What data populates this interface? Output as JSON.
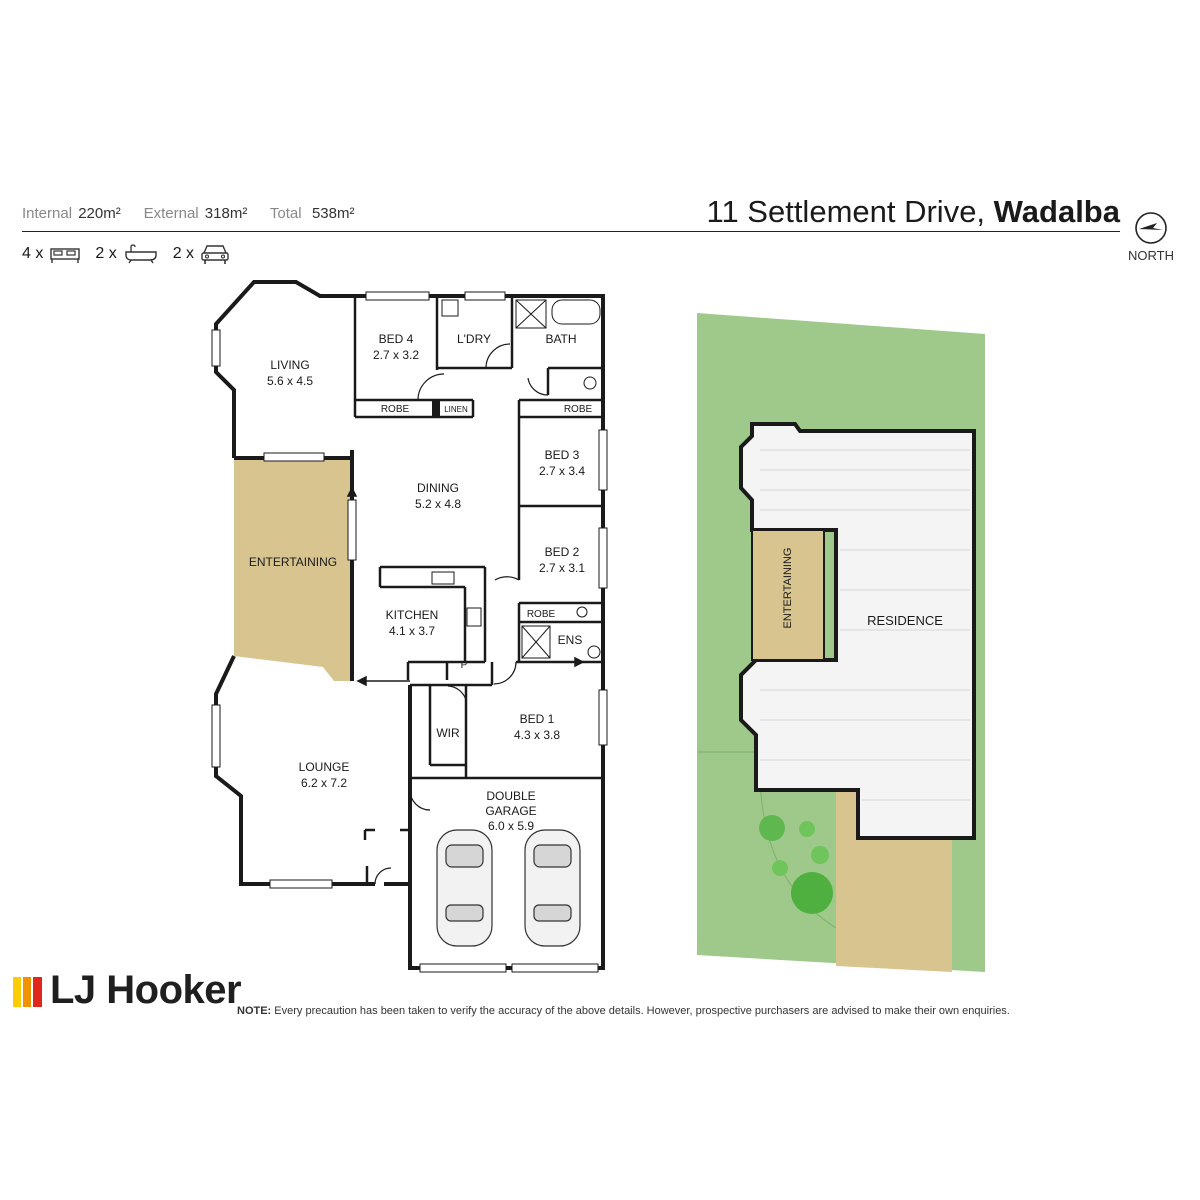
{
  "areas": {
    "internal_label": "Internal",
    "internal_value": "220m²",
    "external_label": "External",
    "external_value": "318m²",
    "total_label": "Total",
    "total_value": "538m²"
  },
  "address": {
    "street": "11 Settlement Drive,",
    "suburb": "Wadalba"
  },
  "counts": {
    "beds": "4 x",
    "baths": "2 x",
    "cars": "2 x"
  },
  "north": {
    "label": "NORTH"
  },
  "rooms": {
    "living": {
      "name": "LIVING",
      "size": "5.6 x 4.5"
    },
    "bed4": {
      "name": "BED 4",
      "size": "2.7 x 3.2"
    },
    "ldry": {
      "name": "L'DRY"
    },
    "bath": {
      "name": "BATH"
    },
    "robe4": {
      "name": "ROBE"
    },
    "linen": {
      "name": "LINEN"
    },
    "robe3": {
      "name": "ROBE"
    },
    "bed3": {
      "name": "BED 3",
      "size": "2.7 x 3.4"
    },
    "dining": {
      "name": "DINING",
      "size": "5.2 x 4.8"
    },
    "entertaining": {
      "name": "ENTERTAINING"
    },
    "bed2": {
      "name": "BED 2",
      "size": "2.7 x 3.1"
    },
    "kitchen": {
      "name": "KITCHEN",
      "size": "4.1 x 3.7"
    },
    "pantry": {
      "name": "P"
    },
    "robe_ens": {
      "name": "ROBE"
    },
    "ens": {
      "name": "ENS"
    },
    "wir": {
      "name": "WIR"
    },
    "bed1": {
      "name": "BED 1",
      "size": "4.3 x 3.8"
    },
    "lounge": {
      "name": "LOUNGE",
      "size": "6.2 x 7.2"
    },
    "garage": {
      "name": "DOUBLE",
      "name2": "GARAGE",
      "size": "6.0 x 5.9"
    }
  },
  "site": {
    "entertaining": "ENTERTAINING",
    "residence": "RESIDENCE"
  },
  "logo": {
    "text": "LJ Hooker"
  },
  "note": {
    "label": "NOTE:",
    "text": "Every precaution has been taken to verify the accuracy of the above details. However, prospective purchasers are advised to make their own enquiries."
  },
  "colors": {
    "wall": "#1a1a1a",
    "entertaining": "#d8c48f",
    "lawn": "#9ec98a",
    "driveway": "#d8c48f",
    "residence": "#f4f4f4",
    "logo_red": "#e1261c",
    "logo_orange": "#f39200",
    "logo_yellow": "#ffcc00"
  }
}
